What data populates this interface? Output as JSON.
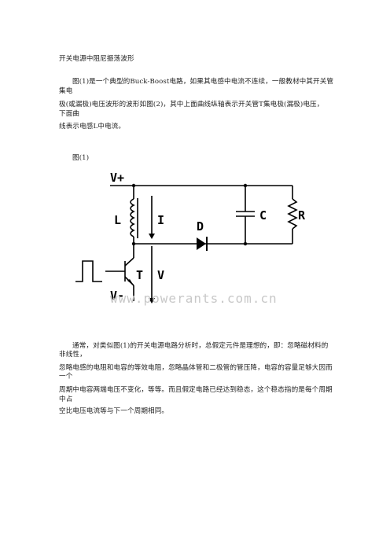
{
  "document": {
    "title": "开关电源中阻尼振荡波形",
    "paragraph1": [
      "图(1)是一个典型的Buck-Boost电路，如果其电感中电流不连续，一般教材中其开关管",
      "集电",
      "极(或漏极)电压波形的波形如图(2)，其中上面曲线纵轴表示开关管T集电极(漏极)电压，",
      "下面曲",
      "线表示电感L中电流。"
    ],
    "figure_label": "图(1)",
    "paragraph2": [
      "通常，对类似图(1)的开关电源电路分析时，总假定元件是理想的，即：忽略磁材料的",
      "非线性，",
      "忽略电感的电阻和电容的等效电阻，忽略晶体管和二极管的管压降，电容的容量足够大因而",
      "一个",
      "周期中电容两端电压不变化，等等。而且假定电路已经达到稳态，这个稳态指的是每个周期",
      "中占",
      "空比电压电流等与下一个周期相同。"
    ]
  },
  "circuit": {
    "labels": {
      "vplus": "V+",
      "inductor": "L",
      "current": "I",
      "diode": "D",
      "capacitor": "C",
      "resistor": "R",
      "transistor": "T",
      "voltage": "V",
      "vminus": "V-"
    },
    "watermark": "www.powerants.com.cn",
    "colors": {
      "wire": "#000000",
      "watermark": "#c8c8c8"
    }
  }
}
